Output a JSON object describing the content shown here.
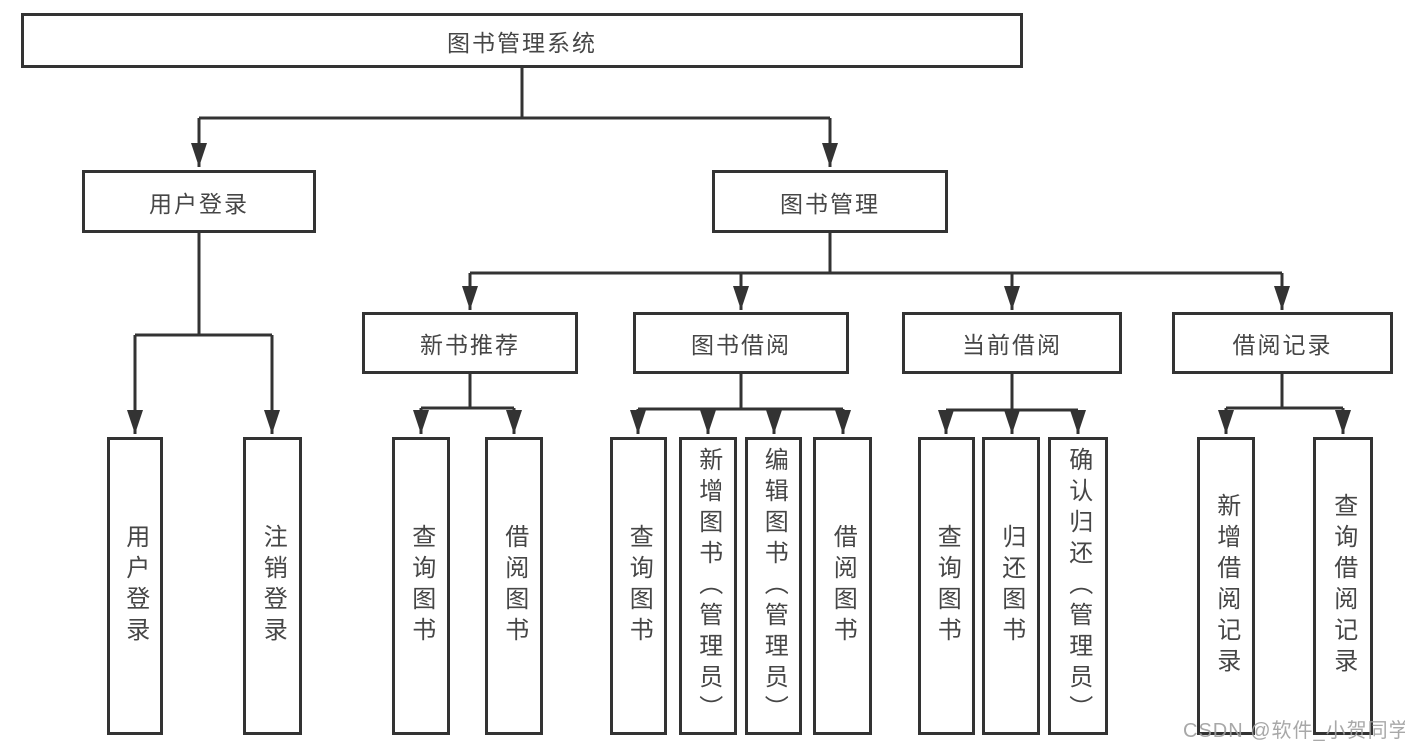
{
  "nodes": {
    "root": "图书管理系统",
    "user_login": "用户登录",
    "book_mgmt": "图书管理",
    "new_books": "新书推荐",
    "borrowing": "图书借阅",
    "current": "当前借阅",
    "records": "借阅记录"
  },
  "leaves": {
    "user_login": [
      "用户登录",
      "注销登录"
    ],
    "new_books": [
      "查询图书",
      "借阅图书"
    ],
    "borrowing": [
      "查询图书",
      "新增图书（管理员）",
      "编辑图书（管理员）",
      "借阅图书"
    ],
    "current": [
      "查询图书",
      "归还图书",
      "确认归还（管理员）"
    ],
    "records": [
      "新增借阅记录",
      "查询借阅记录"
    ]
  },
  "watermark": "CSDN @软件_小贺同学",
  "colors": {
    "line": "#333333",
    "text": "#464646",
    "watermark": "#9e9e9e",
    "background": "#ffffff"
  }
}
